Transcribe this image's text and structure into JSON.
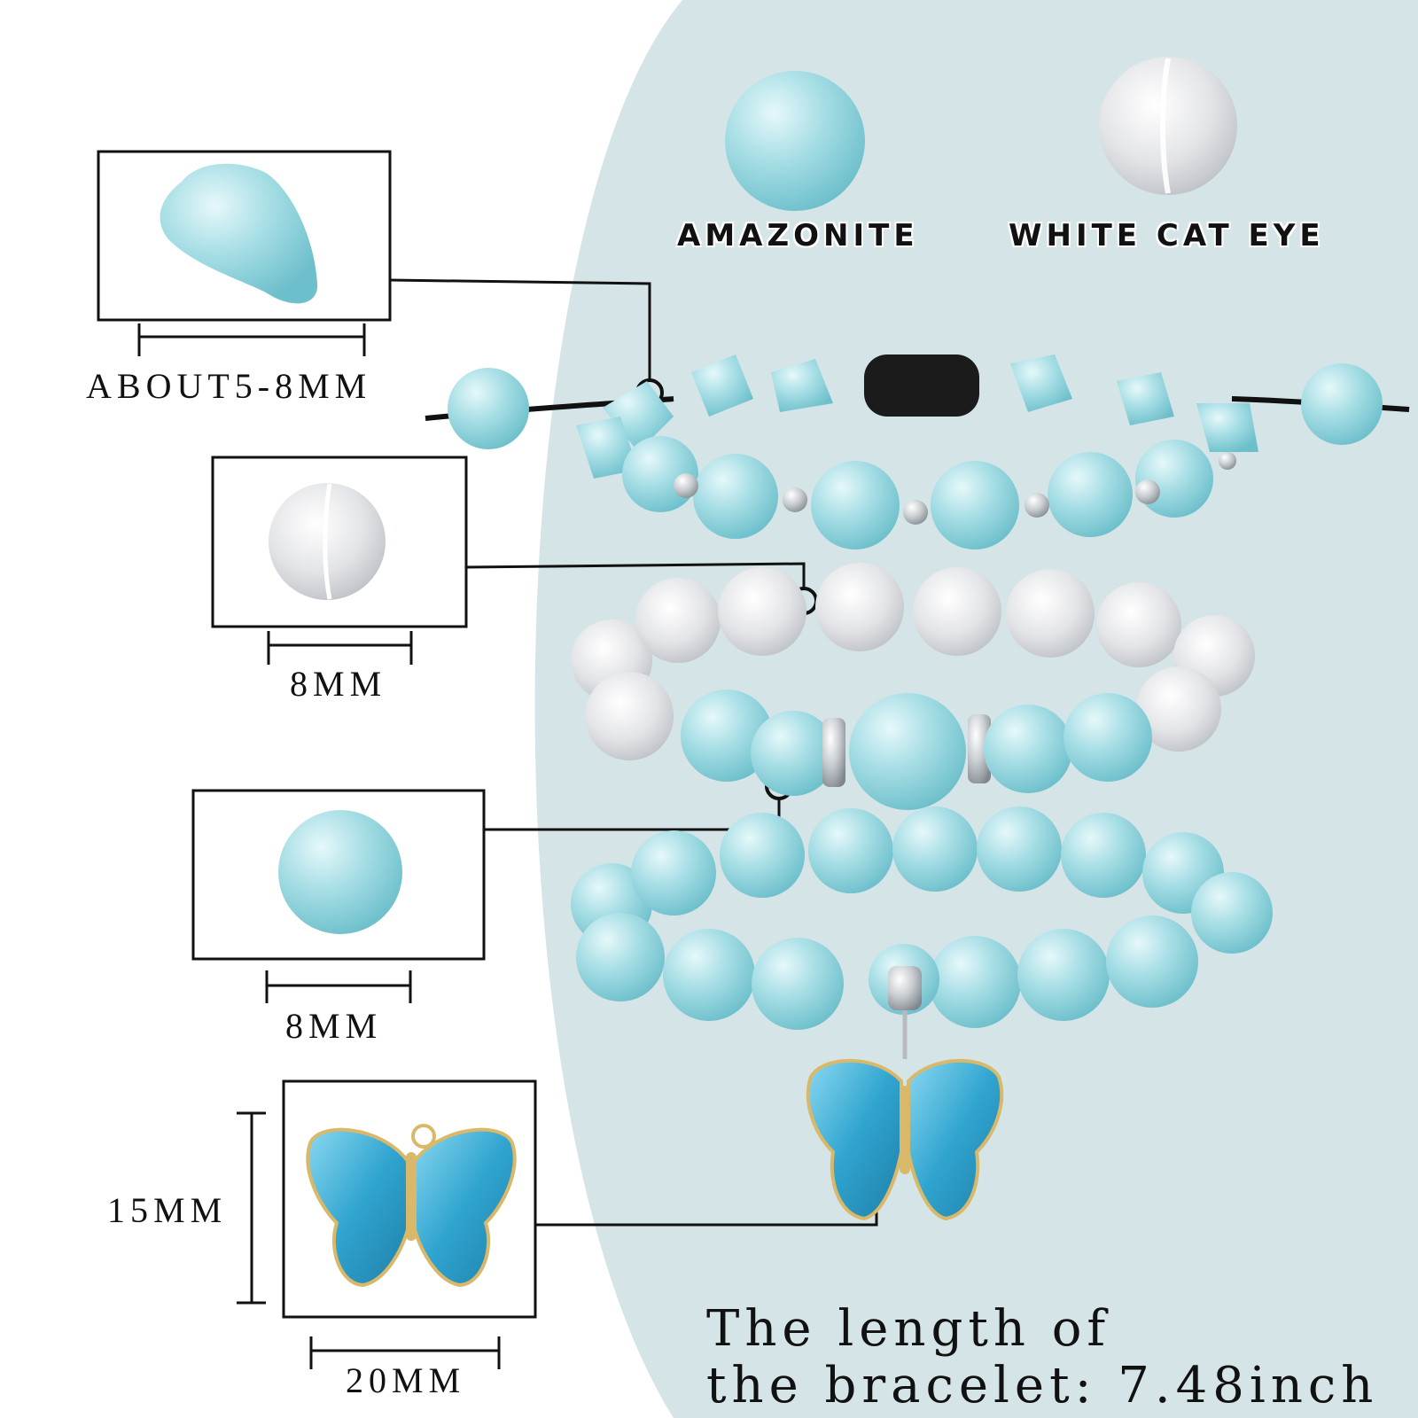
{
  "stones": {
    "amazonite_label": "AMAZONITE",
    "cat_eye_label": "WHITE CAT EYE"
  },
  "details": [
    {
      "name": "amazonite-chip",
      "size": "ABOUT5-8MM"
    },
    {
      "name": "white-cat-eye-bead",
      "size": "8MM"
    },
    {
      "name": "amazonite-bead",
      "size": "8MM"
    },
    {
      "name": "butterfly-charm",
      "height": "15MM",
      "width": "20MM"
    }
  ],
  "length_note": {
    "line1": "The length of",
    "line2": "the bracelet: 7.48inch"
  },
  "colors": {
    "background_panel": "#d5e4e6",
    "amazonite": "#9fd8df",
    "cat_eye": "#eaeaec",
    "crystal": "#4fb3d6",
    "gold": "#d9b86a"
  }
}
